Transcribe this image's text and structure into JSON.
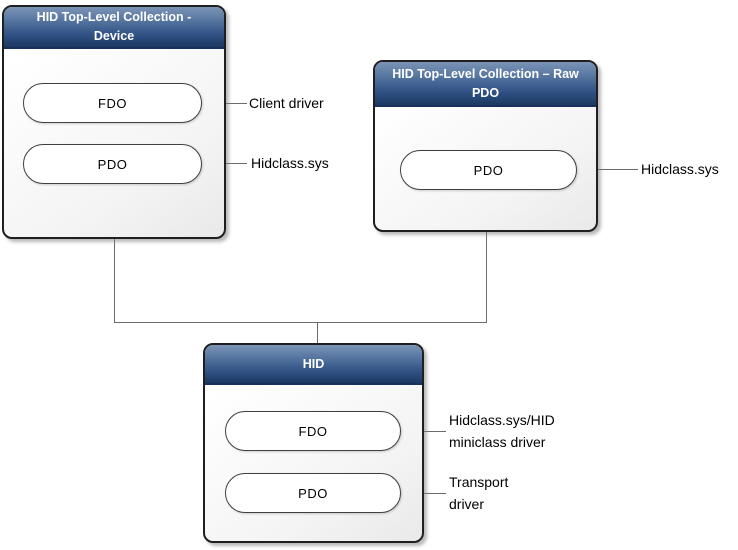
{
  "diagram": {
    "boxes": [
      {
        "id": "tlc-device",
        "title_lines": [
          "HID Top-Level Collection -",
          "Device"
        ],
        "nodes": [
          {
            "label": "FDO",
            "annotation_lines": [
              "Client driver"
            ]
          },
          {
            "label": "PDO",
            "annotation_lines": [
              "Hidclass.sys"
            ]
          }
        ]
      },
      {
        "id": "tlc-raw-pdo",
        "title_lines": [
          "HID Top-Level Collection – Raw",
          "PDO"
        ],
        "nodes": [
          {
            "label": "PDO",
            "annotation_lines": [
              "Hidclass.sys"
            ]
          }
        ]
      },
      {
        "id": "hid",
        "title_lines": [
          "HID"
        ],
        "nodes": [
          {
            "label": "FDO",
            "annotation_lines": [
              "Hidclass.sys/HID",
              "miniclass driver"
            ]
          },
          {
            "label": "PDO",
            "annotation_lines": [
              "Transport",
              "driver"
            ]
          }
        ]
      }
    ],
    "colors": {
      "header_gradient_top": "#7b94b6",
      "header_gradient_bottom": "#1d3960",
      "header_text": "#ffffff",
      "box_border": "#1f1f1f",
      "box_body_background": "#f4f4f4",
      "pill_background": "#ffffff",
      "pill_border": "#404040",
      "connector_line": "#6b6b6b",
      "annotation_text": "#000000"
    }
  }
}
